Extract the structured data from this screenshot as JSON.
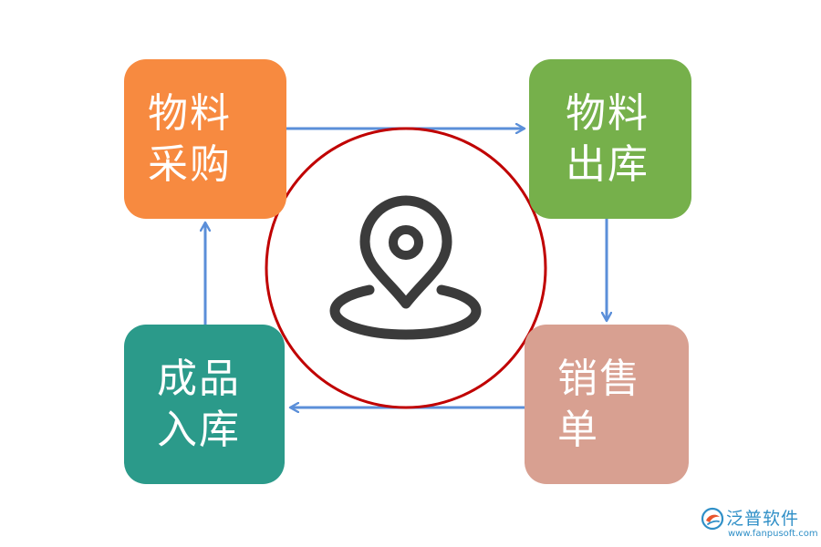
{
  "nodes": {
    "purchase": {
      "line1": "物料",
      "line2": "采购",
      "color": "#f78a40"
    },
    "outbound": {
      "line1": "物料",
      "line2": "出库",
      "color": "#76b04b"
    },
    "sales": {
      "line1": "销售",
      "line2": "单",
      "color": "#d8a091"
    },
    "inbound": {
      "line1": "成品",
      "line2": "入库",
      "color": "#2b9a8a"
    }
  },
  "center": {
    "icon": "location-pin-icon",
    "ring_color": "#c00000"
  },
  "arrows": {
    "color": "#5b8fd9",
    "flow": [
      "purchase",
      "outbound",
      "sales",
      "inbound",
      "purchase"
    ]
  },
  "brand": {
    "name": "泛普软件",
    "url": "www.fanpusoft.com",
    "color": "#2f8fc7"
  }
}
